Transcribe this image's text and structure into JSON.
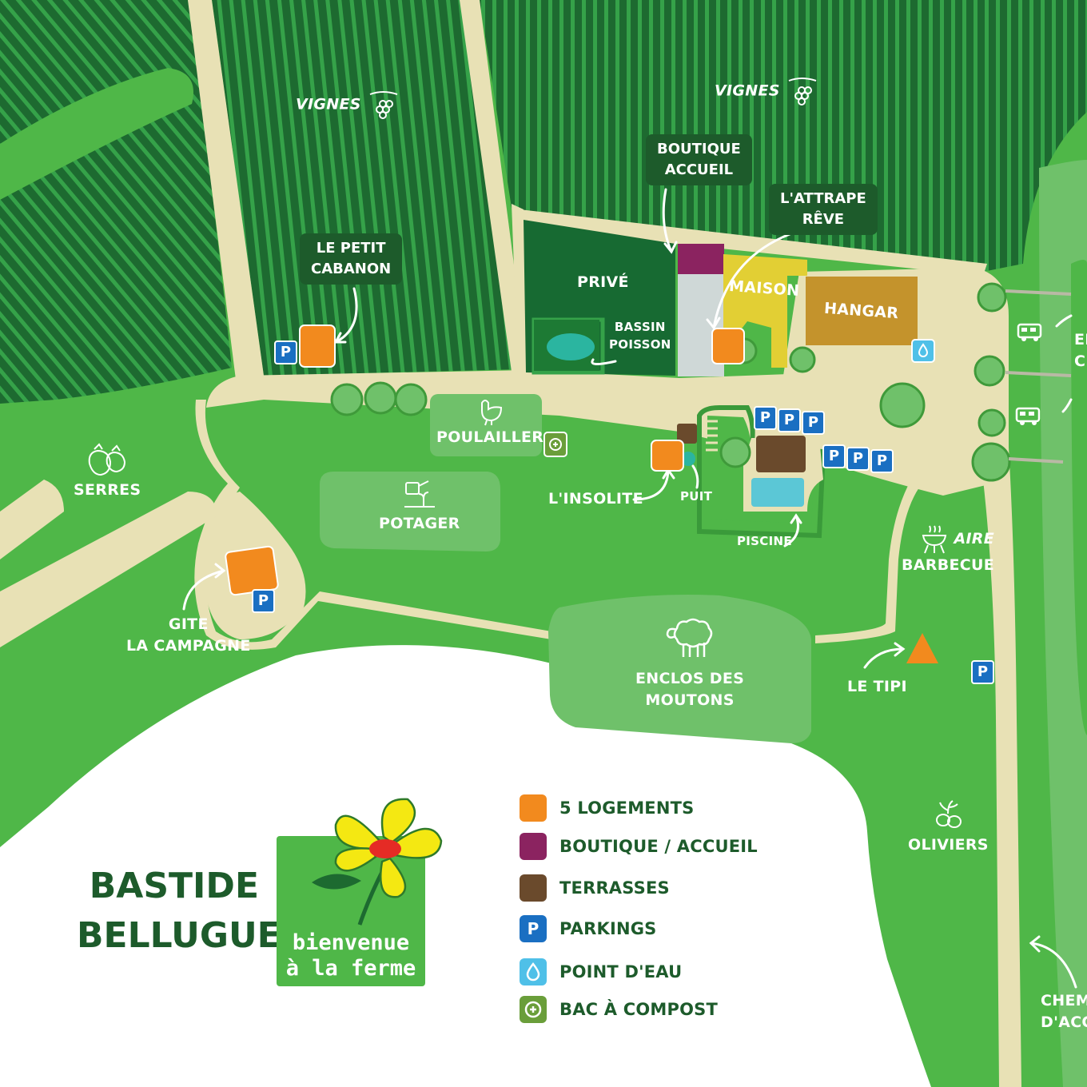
{
  "colors": {
    "vine_dark": "#1d6a30",
    "vine_stripe": "#35a249",
    "grass": "#4fb748",
    "grass_light": "#6fc16a",
    "path": "#e8e1b5",
    "private_green": "#176a32",
    "maison": "#e2cf34",
    "hangar": "#c4932c",
    "logement": "#f28a1e",
    "boutique": "#8b2360",
    "terrasse": "#6a4a2c",
    "parking": "#1a6fc2",
    "eau": "#4fc0e8",
    "compost": "#6a9e3a",
    "tag_bg": "#1d5b2b",
    "piscine": "#5bc7d6"
  },
  "map": {
    "vignes_left": "VIGNES",
    "vignes_right": "VIGNES",
    "boutique_accueil": {
      "line1": "BOUTIQUE",
      "line2": "ACCUEIL"
    },
    "attrape_reve": {
      "line1": "L'ATTRAPE",
      "line2": "RÊVE"
    },
    "petit_cabanon": {
      "line1": "LE PETIT",
      "line2": "CABANON"
    },
    "prive": "PRIVÉ",
    "bassin_poisson": {
      "line1": "BASSIN",
      "line2": "POISSON"
    },
    "maison": "MAISON",
    "hangar": "HANGAR",
    "serres": "SERRES",
    "poulailler": "POULAILLER",
    "potager": "POTAGER",
    "insolite": "L'INSOLITE",
    "puit": "PUIT",
    "piscine": "PISCINE",
    "aire_barbecue": {
      "line1": "AIRE",
      "line2": "BARBECUE"
    },
    "gite": {
      "line1": "GITE",
      "line2": "LA CAMPAGNE"
    },
    "enclos": {
      "line1": "ENCLOS DES",
      "line2": "MOUTONS"
    },
    "tipi": "LE TIPI",
    "oliviers": "OLIVIERS",
    "camping_cut": {
      "line1": "EN",
      "line2": "C"
    },
    "chemin_cut": {
      "line1": "CHEM",
      "line2": "D'ACC"
    },
    "parking_symbol": "P"
  },
  "title": {
    "line1": "BASTIDE",
    "line2": "BELLUGUE"
  },
  "logo": {
    "line1": "bienvenue",
    "line2": "à la ferme"
  },
  "legend": [
    {
      "label": "5 LOGEMENTS",
      "color": "#f28a1e",
      "symbol": ""
    },
    {
      "label": "BOUTIQUE / ACCUEIL",
      "color": "#8b2360",
      "symbol": ""
    },
    {
      "label": "TERRASSES",
      "color": "#6a4a2c",
      "symbol": ""
    },
    {
      "label": "PARKINGS",
      "color": "#1a6fc2",
      "symbol": "P"
    },
    {
      "label": "POINT D'EAU",
      "color": "#4fc0e8",
      "symbol": ""
    },
    {
      "label": "BAC À COMPOST",
      "color": "#6a9e3a",
      "symbol": ""
    }
  ]
}
